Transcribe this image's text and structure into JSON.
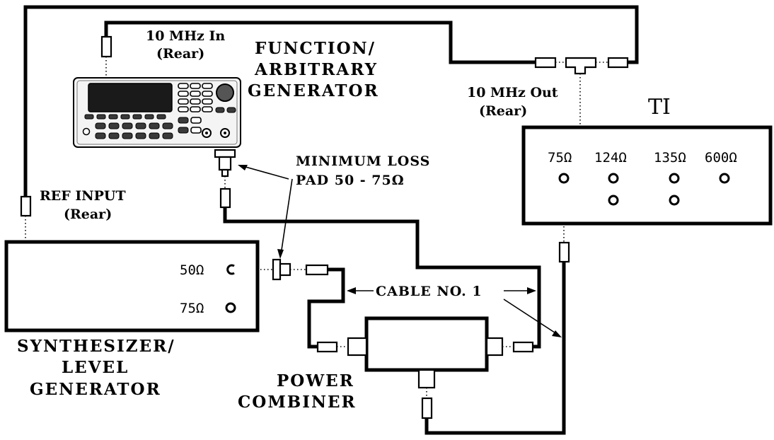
{
  "labels": {
    "ten_mhz_in": "10 MHz In",
    "ten_mhz_in_rear": "(Rear)",
    "function_gen_1": "FUNCTION/",
    "function_gen_2": "ARBITRARY",
    "function_gen_3": "GENERATOR",
    "ten_mhz_out": "10 MHz Out",
    "ten_mhz_out_rear": "(Rear)",
    "ti": "TI",
    "ti_port_75": "75Ω",
    "ti_port_124": "124Ω",
    "ti_port_135": "135Ω",
    "ti_port_600": "600Ω",
    "min_loss_1": "MINIMUM LOSS",
    "min_loss_2": "PAD 50 - 75Ω",
    "ref_input": "REF INPUT",
    "ref_input_rear": "(Rear)",
    "synth_port_50": "50Ω",
    "synth_port_75": "75Ω",
    "cable_no1": "CABLE NO. 1",
    "synth_1": "SYNTHESIZER/",
    "synth_2": "LEVEL",
    "synth_3": "GENERATOR",
    "combiner_1": "POWER",
    "combiner_2": "COMBINER"
  },
  "icons": {
    "function_generator": "function-generator-instrument-icon",
    "tee": "bnc-tee-adapter-icon",
    "pad": "minimum-loss-pad-icon",
    "connector": "bnc-cable-connector-icon",
    "port": "bnc-port-icon"
  }
}
